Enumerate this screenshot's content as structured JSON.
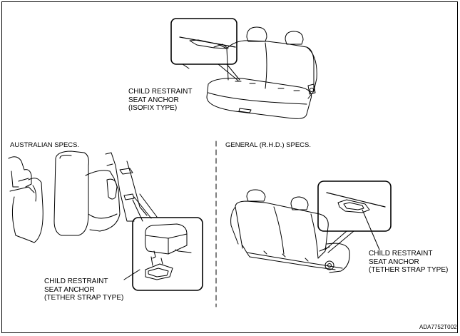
{
  "sections": {
    "australian": "AUSTRALIAN SPECS.",
    "general": "GENERAL (R.H.D.) SPECS."
  },
  "callouts": {
    "isofix": {
      "line1": "CHILD RESTRAINT",
      "line2": "SEAT ANCHOR",
      "line3": "(ISOFIX TYPE)"
    },
    "tether_au": {
      "line1": "CHILD RESTRAINT",
      "line2": "SEAT ANCHOR",
      "line3": "(TETHER STRAP TYPE)"
    },
    "tether_gen": {
      "line1": "CHILD RESTRAINT",
      "line2": "SEAT ANCHOR",
      "line3": "(TETHER STRAP TYPE)"
    }
  },
  "figure_code": "ADA7752T002"
}
